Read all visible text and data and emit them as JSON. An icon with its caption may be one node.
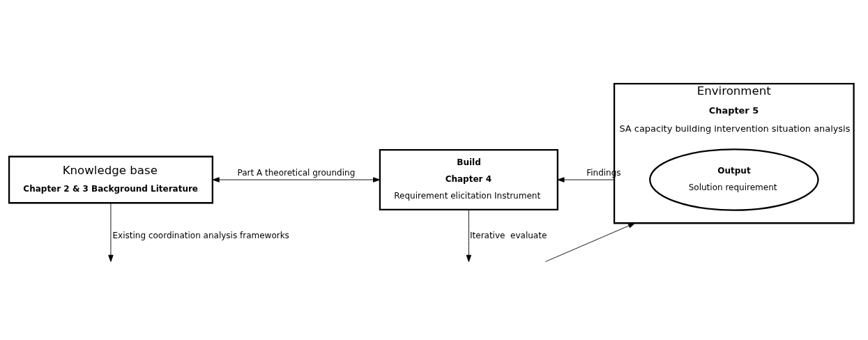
{
  "diagram": {
    "nodes": [
      {
        "text": [
          "Knowledge base",
          "Chapter 2 & 3 Background Literature"
        ]
      },
      {
        "text": [
          "Build",
          "Chapter 4",
          "Requirement elicitation Instrument"
        ]
      },
      {
        "text": [
          "Environment",
          "Chapter 5",
          "SA capacity building intervention situation analysis"
        ]
      },
      {
        "text": [
          "Output",
          "Solution requirement"
        ],
        "in": 2
      }
    ],
    "edges": [
      {
        "from": 0,
        "to": 1,
        "arrow": "both",
        "label": "Part A theoretical grounding"
      },
      {
        "from": 2,
        "to": 1,
        "arrow": "to",
        "label": "Findings"
      },
      {
        "from": 0,
        "to": null,
        "arrow": "to",
        "label": "Existing coordination analysis frameworks"
      },
      {
        "from": 1,
        "to": null,
        "arrow": "to",
        "label": "Iterative  evaluate"
      },
      {
        "from": null,
        "to": 2,
        "arrow": "to"
      }
    ]
  }
}
